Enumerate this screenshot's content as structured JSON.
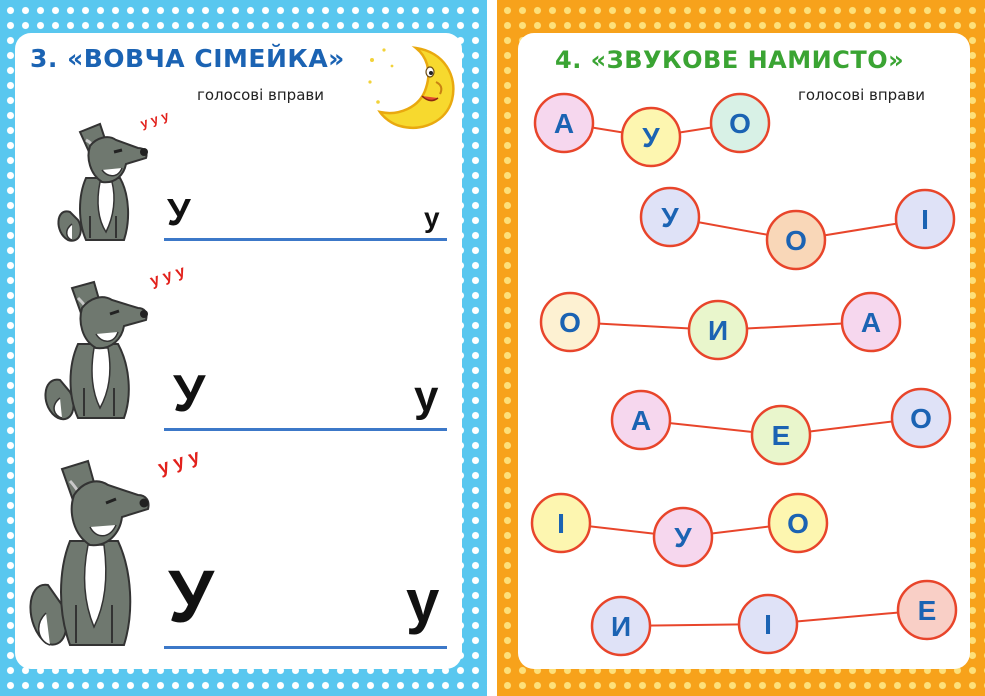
{
  "left_page": {
    "title": "3. «ВОВЧА СІМЕЙКА»",
    "subtitle": "голосові вправи",
    "rows": [
      {
        "howl": "у у у",
        "big_letter": "У",
        "small_letter": "у"
      },
      {
        "howl": "у у у",
        "big_letter": "У",
        "small_letter": "у"
      },
      {
        "howl": "у у у",
        "big_letter": "У",
        "small_letter": "у"
      }
    ]
  },
  "right_page": {
    "title": "4. «ЗВУКОВЕ НАМИСТО»",
    "subtitle": "голосові вправи",
    "necklaces": [
      [
        {
          "letter": "А",
          "color": "#f6d7ee"
        },
        {
          "letter": "У",
          "color": "#fdf6b0"
        },
        {
          "letter": "О",
          "color": "#d8f1e6"
        }
      ],
      [
        {
          "letter": "У",
          "color": "#dfe2f7"
        },
        {
          "letter": "О",
          "color": "#f9d7b8"
        },
        {
          "letter": "І",
          "color": "#dfe2f7"
        }
      ],
      [
        {
          "letter": "О",
          "color": "#fdf1d2"
        },
        {
          "letter": "И",
          "color": "#e9f6cc"
        },
        {
          "letter": "А",
          "color": "#f6d7ee"
        }
      ],
      [
        {
          "letter": "А",
          "color": "#f6d7ee"
        },
        {
          "letter": "Е",
          "color": "#e9f6cc"
        },
        {
          "letter": "О",
          "color": "#dfe2f7"
        }
      ],
      [
        {
          "letter": "І",
          "color": "#fdf6b0"
        },
        {
          "letter": "У",
          "color": "#f6d7ee"
        },
        {
          "letter": "О",
          "color": "#fdf6b0"
        }
      ],
      [
        {
          "letter": "И",
          "color": "#dfe2f7"
        },
        {
          "letter": "І",
          "color": "#dfe2f7"
        },
        {
          "letter": "Е",
          "color": "#f9cfc6"
        }
      ]
    ],
    "bead_border_color": "#e8452b",
    "letter_color": "#1b63b3"
  },
  "colors": {
    "left_border": "#59c7ef",
    "right_border": "#f7a21b",
    "left_title": "#1b63b3",
    "right_title": "#3aa433",
    "howl": "#e2211c",
    "write_line": "#3c78c8"
  }
}
